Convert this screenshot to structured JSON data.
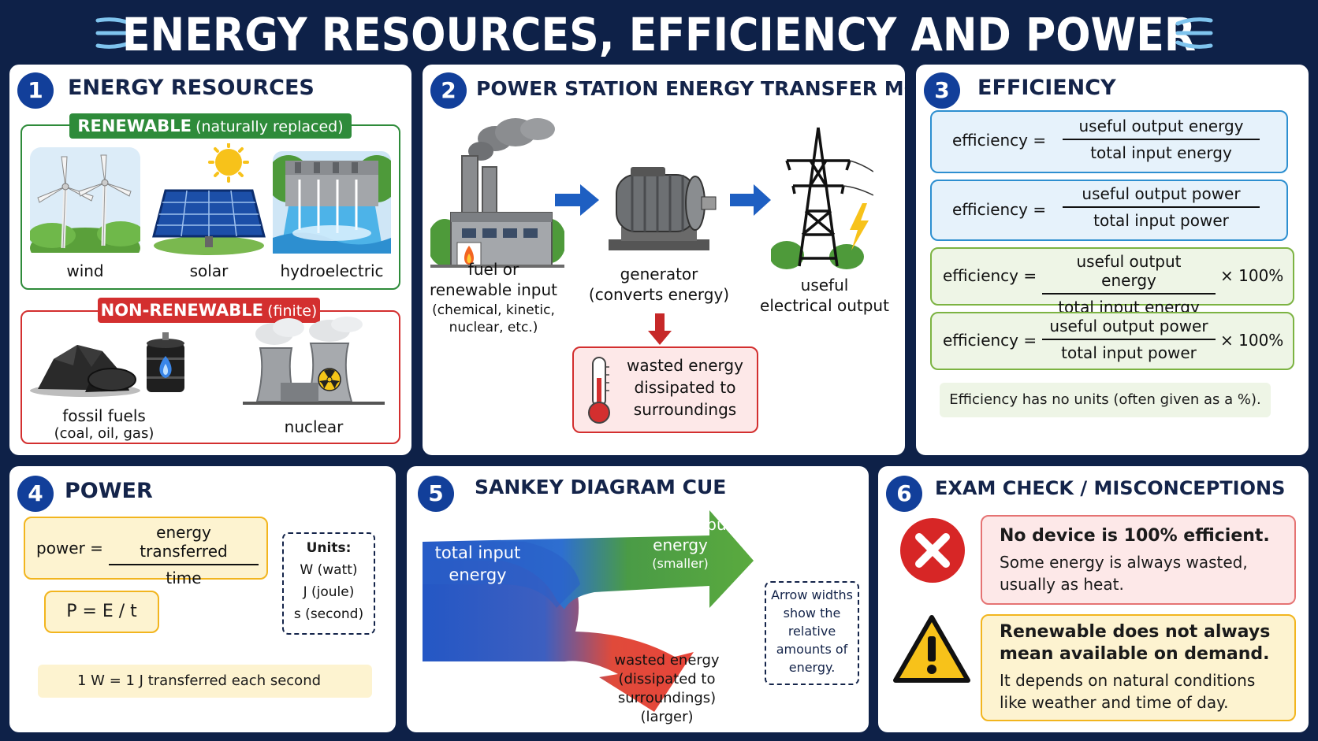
{
  "title": "ENERGY RESOURCES, EFFICIENCY AND POWER",
  "panels": {
    "resources": {
      "num": "1",
      "heading": "ENERGY RESOURCES",
      "renewable_title": "RENEWABLE",
      "renewable_sub": "(naturally replaced)",
      "renewable_items": [
        "wind",
        "solar",
        "hydroelectric"
      ],
      "nonrenewable_title": "NON-RENEWABLE",
      "nonrenewable_sub": "(finite)",
      "fossil_label": "fossil fuels",
      "fossil_sub": "(coal, oil, gas)",
      "nuclear_label": "nuclear"
    },
    "power_station": {
      "num": "2",
      "heading": "POWER STATION ENERGY TRANSFER MODEL",
      "input_line1": "fuel or",
      "input_line2": "renewable input",
      "input_line3": "(chemical, kinetic,",
      "input_line4": "nuclear, etc.)",
      "gen_line1": "generator",
      "gen_line2": "(converts energy)",
      "out_line1": "useful",
      "out_line2": "electrical output",
      "waste_line1": "wasted energy",
      "waste_line2": "dissipated to",
      "waste_line3": "surroundings"
    },
    "efficiency": {
      "num": "3",
      "heading": "EFFICIENCY",
      "label": "efficiency =",
      "f1_num": "useful output energy",
      "f1_den": "total input energy",
      "f2_num": "useful output power",
      "f2_den": "total input power",
      "f3_num": "useful output energy",
      "f3_den": "total input energy",
      "f4_num": "useful output power",
      "f4_den": "total input power",
      "times": "× 100%",
      "note": "Efficiency has no units (often given as a %)."
    },
    "power": {
      "num": "4",
      "heading": "POWER",
      "label": "power =",
      "f_num": "energy transferred",
      "f_den": "time",
      "formula": "P = E / t",
      "units_title": "Units:",
      "units": [
        "W (watt)",
        "J (joule)",
        "s (second)"
      ],
      "note": "1 W = 1 J transferred each second"
    },
    "sankey": {
      "num": "5",
      "heading": "SANKEY DIAGRAM CUE",
      "input_line1": "total input",
      "input_line2": "energy",
      "useful_line1": "useful output",
      "useful_line2": "energy",
      "useful_line3": "(smaller)",
      "waste_line1": "wasted energy",
      "waste_line2": "(dissipated to",
      "waste_line3": "surroundings)",
      "waste_line4": "(larger)",
      "note_lines": [
        "Arrow widths",
        "show the",
        "relative",
        "amounts of",
        "energy."
      ]
    },
    "exam": {
      "num": "6",
      "heading": "EXAM CHECK / MISCONCEPTIONS",
      "m1_title": "No device is 100% efficient.",
      "m1_body1": "Some energy is always wasted,",
      "m1_body2": "usually as heat.",
      "m2_title1": "Renewable does not always",
      "m2_title2": "mean available on demand.",
      "m2_body1": "It depends on natural conditions",
      "m2_body2": "like weather and time of day."
    }
  },
  "colors": {
    "navy": "#0e2148",
    "green": "#2e8b3a",
    "red": "#d32f2f",
    "blue_fill": "#e6f2fb",
    "green_fill": "#eef5e6",
    "yellow_fill": "#fdf3d0",
    "pink_fill": "#fde8e8"
  }
}
